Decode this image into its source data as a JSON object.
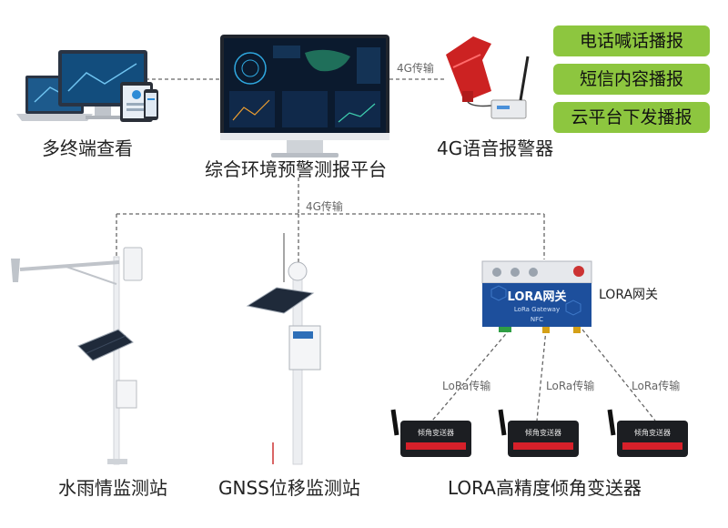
{
  "nodes": {
    "multi_terminal": "多终端查看",
    "platform": "综合环境预警测报平台",
    "voice_alarm": "4G语音报警器",
    "rain_station": "水雨情监测站",
    "gnss_station": "GNSS位移监测站",
    "lora_sensor": "LORA高精度倾角变送器",
    "lora_gateway_label": "LORA网关"
  },
  "links": {
    "top_4g": "4G传输",
    "middle_4g": "4G传输",
    "lora_1": "LoRa传输",
    "lora_2": "LoRa传输",
    "lora_3": "LoRa传输"
  },
  "alarm_features": [
    "电话喊话播报",
    "短信内容播报",
    "云平台下发播报"
  ],
  "device_text": {
    "gateway_title": "LORA网关",
    "gateway_sub": "LoRa Gateway",
    "gateway_nfc": "NFC",
    "sensor_label": "倾角变送器"
  },
  "colors": {
    "feature_bg": "#8dc63f",
    "gateway_blue": "#1d4f9c",
    "sensor_red": "#d6202a",
    "alarm_red": "#cc2222"
  }
}
